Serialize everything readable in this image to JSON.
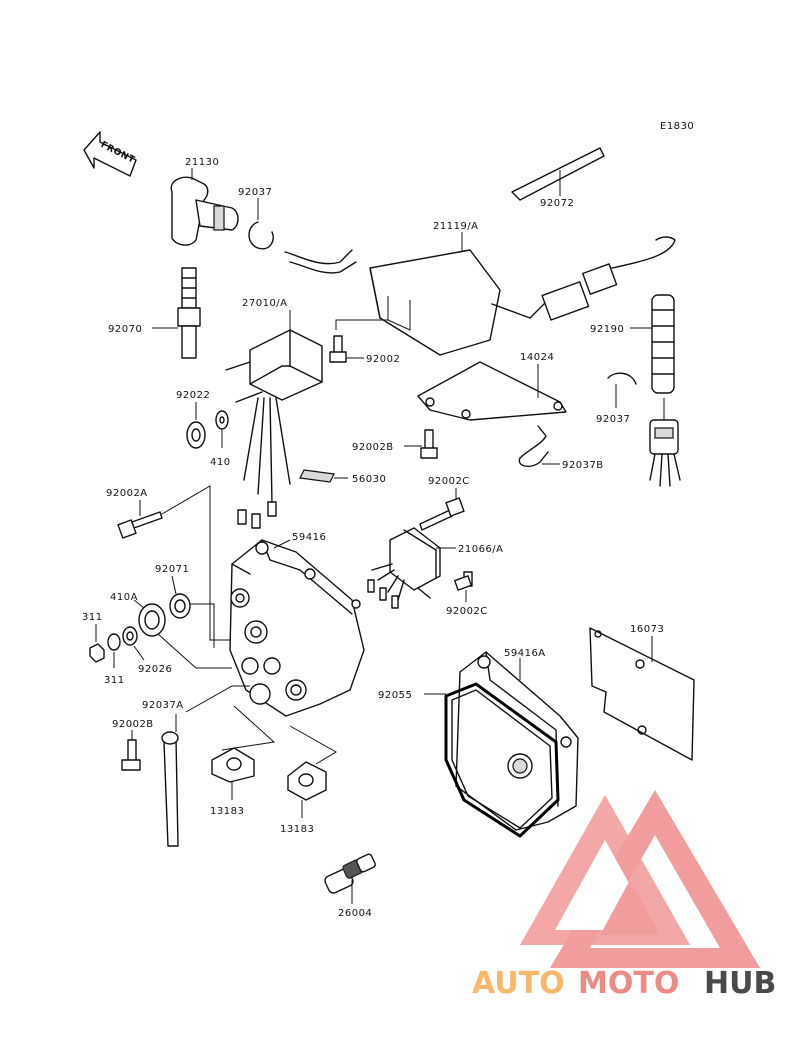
{
  "diagram_code": "E1830",
  "front_label": "FRONT",
  "watermark": {
    "word_part1": "AUTO",
    "word_part2": "MOTO",
    "word_part3": "HUB",
    "color_light": "#f6b96b",
    "color_mid": "#ec8a86",
    "color_dark": "#4a4a4a",
    "logo_color": "#f08c8c"
  },
  "part_numbers": {
    "p21130": "21130",
    "p92037_top": "92037",
    "p92072": "92072",
    "p21119A": "21119/A",
    "p92070": "92070",
    "p27010A": "27010/A",
    "p92002": "92002",
    "p92190": "92190",
    "p14024": "14024",
    "p92022": "92022",
    "p410": "410",
    "p92002B_top": "92002B",
    "p92037_right": "92037",
    "p92037B": "92037B",
    "p56030": "56030",
    "p92002A": "92002A",
    "p92002C_top": "92002C",
    "p59416": "59416",
    "p21066A": "21066/A",
    "p92071": "92071",
    "p410A": "410A",
    "p311_top": "311",
    "p311_bottom": "311",
    "p92026": "92026",
    "p92002C_bottom": "92002C",
    "p16073": "16073",
    "p59416A": "59416A",
    "p92055": "92055",
    "p92037A": "92037A",
    "p92002B_bottom": "92002B",
    "p13183_left": "13183",
    "p13183_right": "13183",
    "p26004": "26004"
  }
}
